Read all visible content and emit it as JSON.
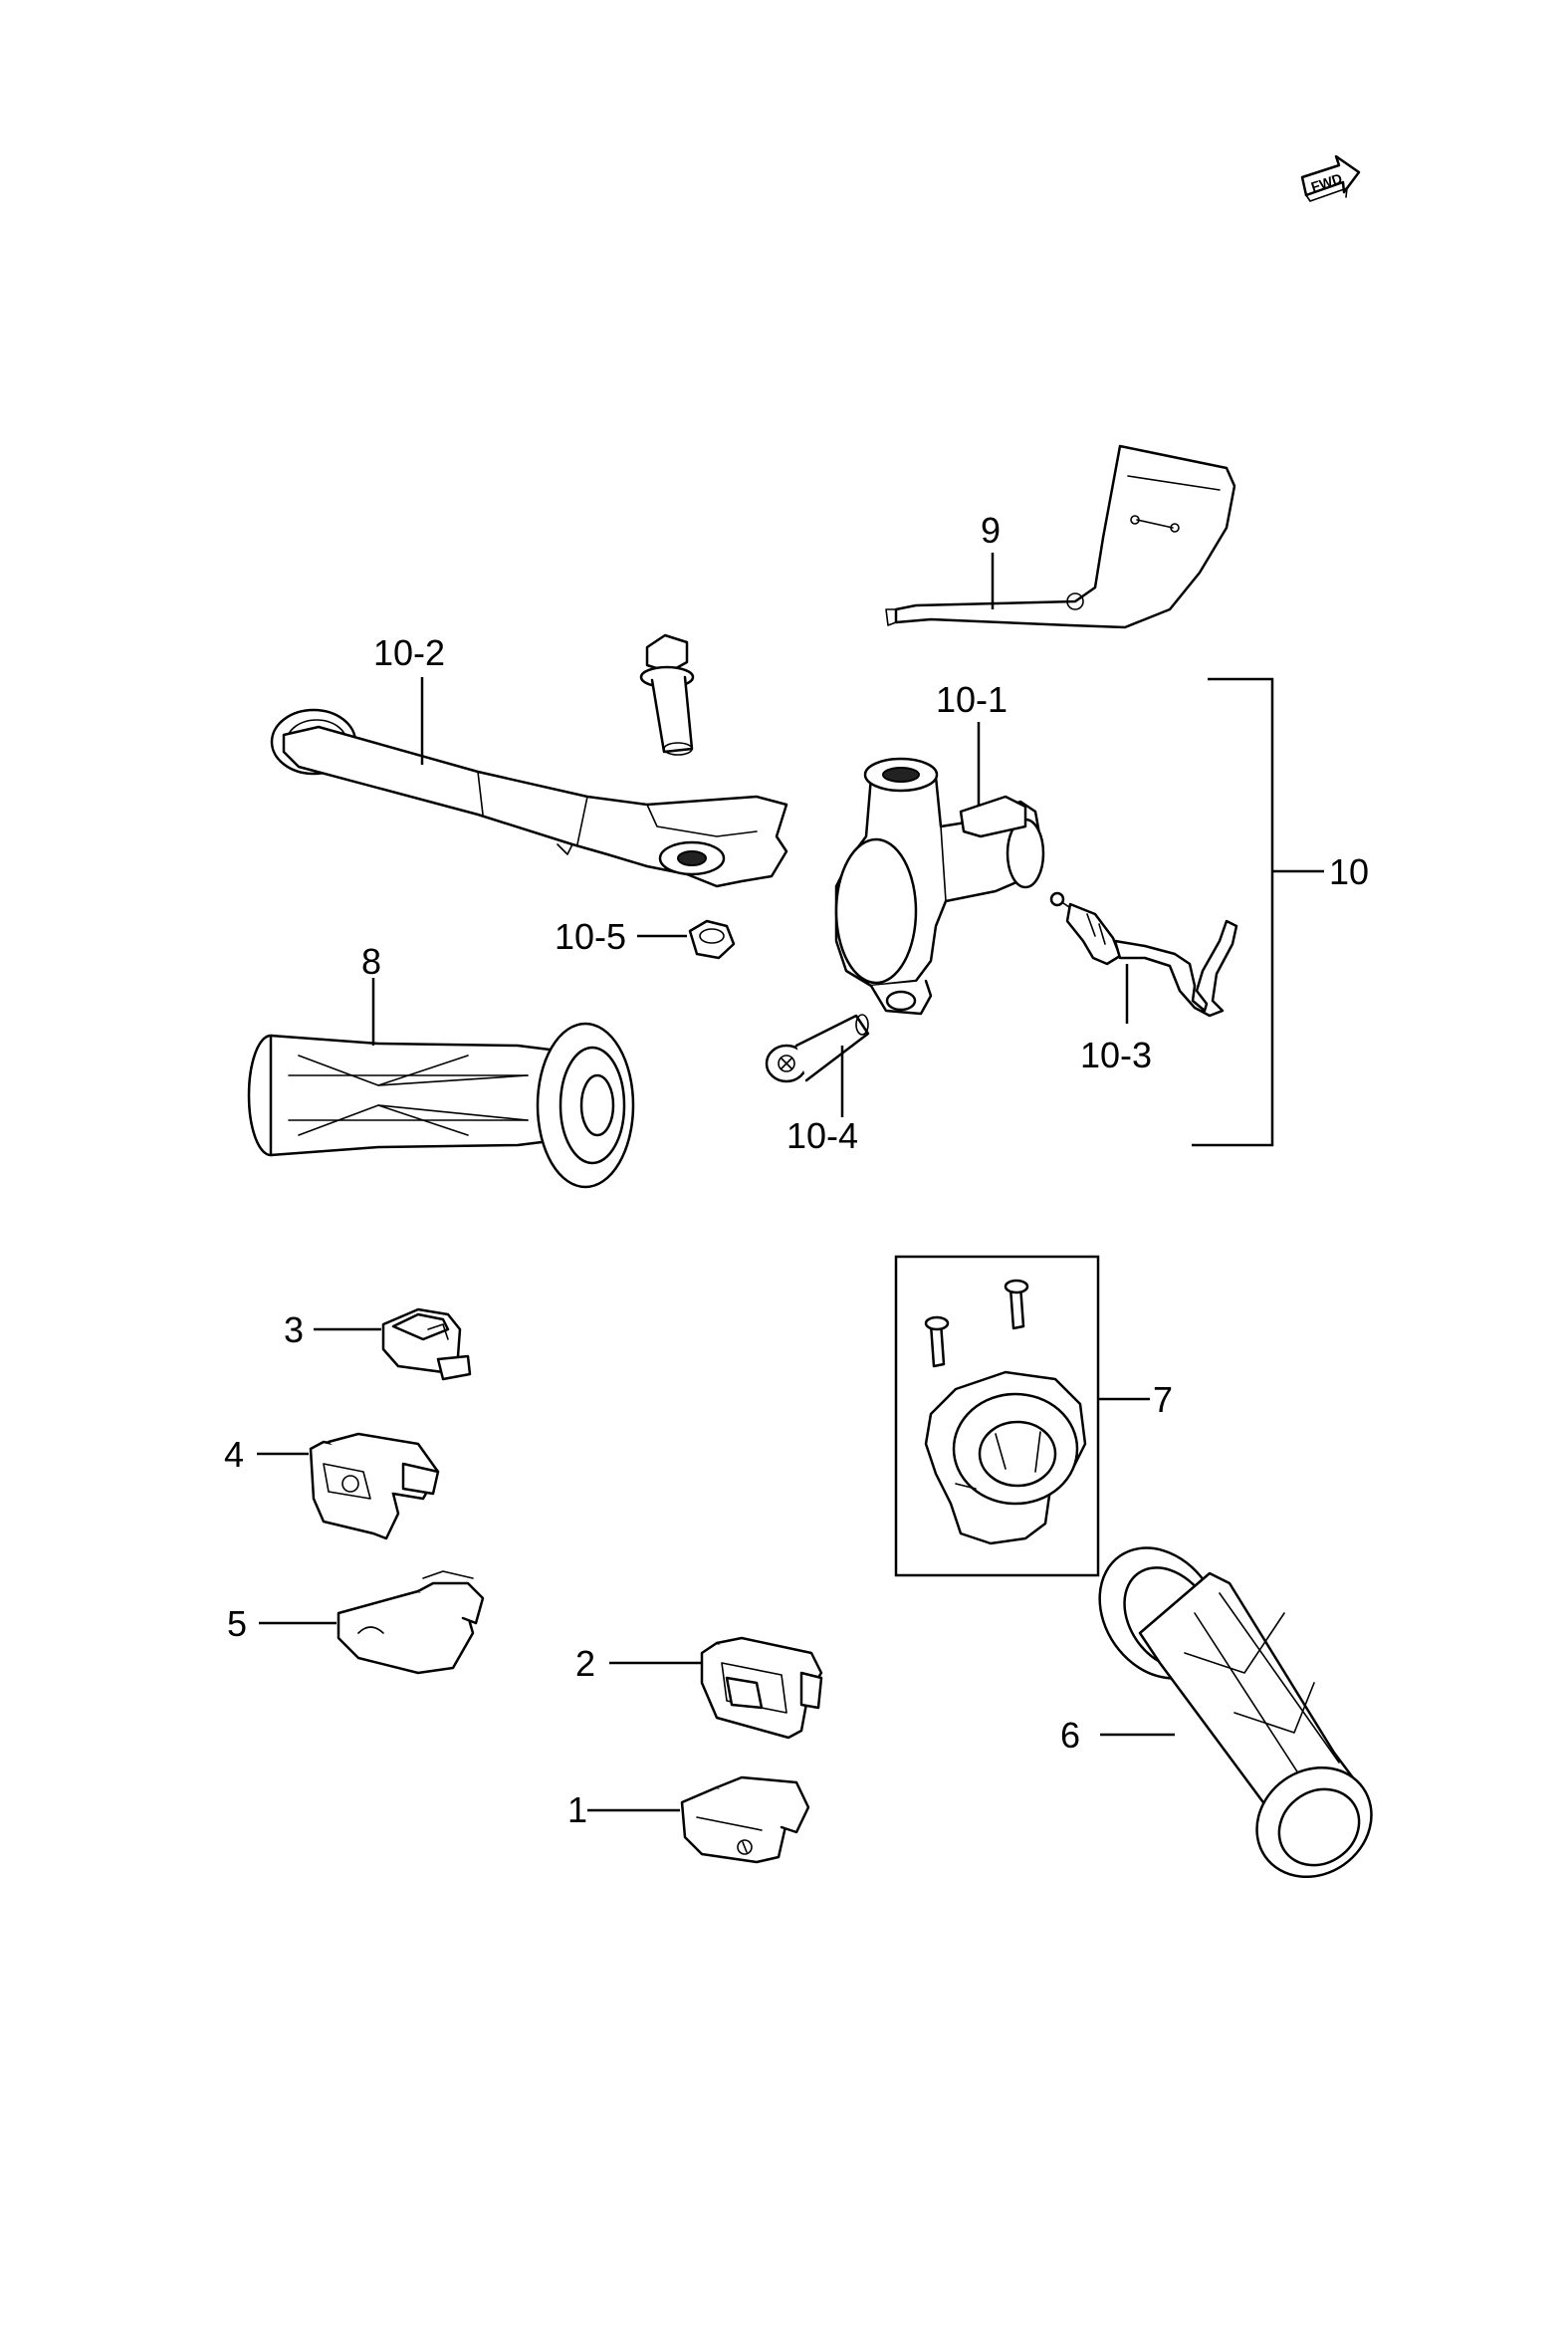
{
  "fwd_label": "FWD",
  "callouts": {
    "p1": "1",
    "p2": "2",
    "p3": "3",
    "p4": "4",
    "p5": "5",
    "p6": "6",
    "p7": "7",
    "p8": "8",
    "p9": "9",
    "p10": "10",
    "p10_1": "10-1",
    "p10_2": "10-2",
    "p10_3": "10-3",
    "p10_4": "10-4",
    "p10_5": "10-5"
  }
}
